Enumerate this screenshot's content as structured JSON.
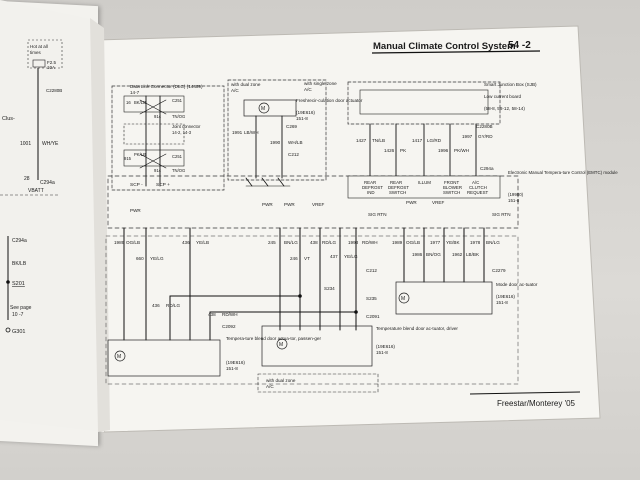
{
  "page": {
    "section_title": "Manual Climate Control System",
    "page_number": "54 -2",
    "footer": "Freestar/Monterey '05"
  },
  "left_page": {
    "label_hot": "Hot at all",
    "label_times": "times",
    "fuse": "F2.5",
    "fuse_rating": "10A",
    "conn_c2280b": "C2280B",
    "clus": "Clus-",
    "w1001": "1001",
    "w1001_color": "WH/YE",
    "w28": "28",
    "c294a": "C294a",
    "vbatt": "VBATT",
    "c294a_2": "C294a",
    "bklb": "BK/LB",
    "s201": "S201",
    "see_page": "See page",
    "see_ref": "10 -7",
    "g301": "G301"
  },
  "diagram": {
    "dlc_title": "Data Link Connector (DLC) (14489)",
    "dlc_ref": "14-7",
    "joint_connector": "Joint connector",
    "joint_ref": "14-2, 14-3",
    "c251": "C251",
    "pin16": "16",
    "pin_914": "914",
    "pin_915": "915",
    "pin15": "15",
    "w_bklb": "BK/LB",
    "w_tnog": "TN/OG",
    "w_pklb": "PK/LB",
    "scp_minus": "SCP -",
    "scp_plus": "SCP +",
    "with_dual_zone": "with dual zone",
    "ac": "A/C",
    "with_single_zone": "with single zone",
    "ac2": "A/C",
    "recirc_title": "Freshrecir-culation door actuator",
    "recirc_part": "(19E616)",
    "recirc_ref": "151-8",
    "c269": "C269",
    "w1991": "1991",
    "w1991_color": "LB/WH",
    "w1990": "1990",
    "w1990_color": "WH/LB",
    "c212": "C212",
    "sjb_title": "Smart Junction Box (SJB)",
    "sjb_sub": "Low current board",
    "sjb_ref": "(58-8, 58-12, 58-14)",
    "c2280b": "C2280B",
    "w1427": "1427",
    "w1427_color": "TN/LB",
    "w1426": "1426",
    "w1426_color": "PK",
    "w1417": "1417",
    "w1417_color": "LG/RD",
    "w1996": "1996",
    "w1996_color": "PK/WH",
    "w1997": "1997",
    "w1997_color": "GY/RD",
    "c294a": "C294a",
    "lbl_rear_defrost_ind": [
      "REAR",
      "DEFROST",
      "IND"
    ],
    "lbl_rear_defrost_sw": [
      "REAR",
      "DEFROST",
      "SWITCH"
    ],
    "lbl_illum": [
      "ILLUM"
    ],
    "lbl_front_blower": [
      "FRONT",
      "BLOWER",
      "SWITCH"
    ],
    "lbl_ac_clutch": [
      "A/C",
      "CLUTCH",
      "REQUEST"
    ],
    "emtc_title": "Electronic Manual Tempera-ture Control (EMTC) module",
    "emtc_part": "(19980)",
    "emtc_ref": "151-8",
    "pwr1": "PWR",
    "pwr2": "PWR",
    "vref1": "VREF",
    "sig_rtn1": "SIG RTN",
    "pwr3": "PWR",
    "vref2": "VREF",
    "sig_rtn2": "SIG RTN",
    "w1989": "1989",
    "w1989_color": "OG/LB",
    "w660": "660",
    "w660_color": "YE/LG",
    "w436": "436",
    "w436_color": "YE/LB",
    "w245": "245",
    "w245_color": "BN/LG",
    "w246": "246",
    "w246_color": "VT",
    "w438a": "438",
    "w438a_color": "RD/LG",
    "w437": "437",
    "w437_color": "YE/LG",
    "w1993": "1993",
    "w1993_color": "RD/WH",
    "w1989b": "1989",
    "w1989b_color": "OG/LB",
    "w1977": "1977",
    "w1977_color": "YE/BK",
    "w1978": "1978",
    "w1978_color": "BN/LG",
    "w1986": "1986",
    "w1986_color": "BN/OG",
    "w1962": "1962",
    "w1962_color": "LB/BK",
    "c212b": "C212",
    "c2279": "C2279",
    "mode_title": "Mode door ac-tuator",
    "mode_part": "(19E616)",
    "mode_ref": "151-8",
    "s234": "S234",
    "s235": "S235",
    "w436b": "436",
    "w436b_color": "RD/LG",
    "w438b": "438",
    "w438b_color": "RD/WH",
    "c2092": "C2092",
    "c2091": "C2091",
    "temp_pass_title": "Tempera-ture blend door actua-tor, passen-ger",
    "temp_pass_part": "(19E616)",
    "temp_pass_ref": "151-8",
    "temp_drv_title": "Temperature blend door ac-tuator, driver",
    "temp_drv_part": "(19E616)",
    "temp_drv_ref": "151-8",
    "with_dual_zone2": "with dual zone",
    "ac3": "A/C"
  }
}
